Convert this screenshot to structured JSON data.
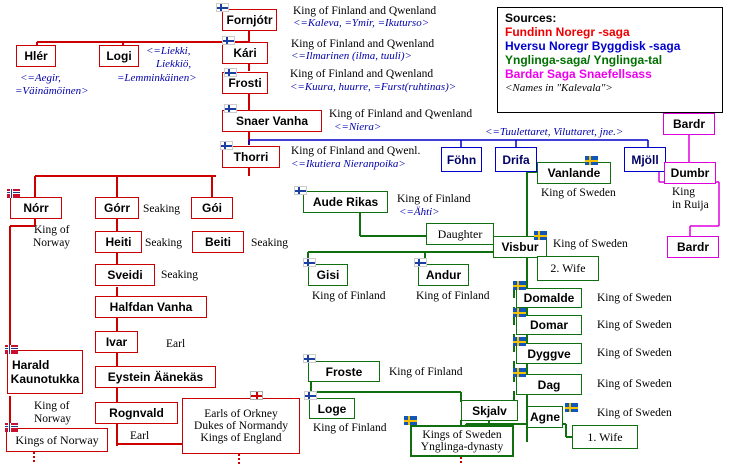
{
  "persons": {
    "fornjotr": "Fornjótr",
    "hler": "Hlér",
    "logi": "Logi",
    "kari": "Kári",
    "frosti": "Frosti",
    "snaer": "Snaer Vanha",
    "thorri": "Thorri",
    "fohn": "Föhn",
    "drifa": "Drifa",
    "mjoll": "Mjöll",
    "bardr_top": "Bardr",
    "dumbr": "Dumbr",
    "bardr_bottom": "Bardr",
    "norr": "Nórr",
    "gorr": "Górr",
    "goi": "Gói",
    "heiti": "Heiti",
    "beiti": "Beiti",
    "sveidi": "Sveidi",
    "halfdan": "Halfdan Vanha",
    "ivar": "Ivar",
    "eystein": "Eystein Äänekäs",
    "rognvald": "Rognvald",
    "harald_1": "Harald",
    "harald_2": "Kaunotukka",
    "kings_norway": "Kings of Norway",
    "orkney_1": "Earls of Orkney",
    "orkney_2": "Dukes of Normandy",
    "orkney_3": "Kings of England",
    "vanlande": "Vanlande",
    "aude": "Aude Rikas",
    "daughter": "Daughter",
    "visbur": "Visbur",
    "wife2": "2. Wife",
    "gisi": "Gisi",
    "andur": "Andur",
    "domalde": "Domalde",
    "domar": "Domar",
    "dyggve": "Dyggve",
    "dag": "Dag",
    "froste": "Froste",
    "loge": "Loge",
    "skjalv": "Skjalv",
    "agne": "Agne",
    "wife1": "1. Wife",
    "ks_1": "Kings of Sweden",
    "ks_2": "Ynglinga-dynasty"
  },
  "labels": {
    "fornjotr_title": "King of Finland and Qwenland",
    "fornjotr_note": "<=Kaleva, =Ymir, =Ikuturso>",
    "hler_note_1": "<=Aegir,",
    "hler_note_2": "=Väinämöinen>",
    "logi_note_1": "<=Liekki,",
    "logi_note_2": "Liekkiö,",
    "logi_note_3": "=Lemminkäinen>",
    "kari_title": "King of Finland and Qwenland",
    "kari_note": "<=Ilmarinen (ilma, tuuli)>",
    "frosti_title": "King of Finland and Qwenland",
    "frosti_note": "<=Kuura, huurre, =Furst(ruhtinas)>",
    "snaer_title": "King of Finland and Qwenland",
    "snaer_note": "<=Niera>",
    "thorri_title": "King of Finland and Qwenl.",
    "thorri_note": "<=Ikutiera Nieranpoika>",
    "drifa_note": "<=Tuulettaret, Viluttaret, jne.>",
    "norr_title_1": "King of",
    "norr_title_2": "Norway",
    "gorr_role": "Seaking",
    "heiti_role": "Seaking",
    "beiti_role": "Seaking",
    "sveidi_role": "Seaking",
    "ivar_role": "Earl",
    "rognvald_role": "Earl",
    "harald_title_1": "King of",
    "harald_title_2": "Norway",
    "vanlande_title": "King of Sweden",
    "aude_title": "King of Finland",
    "aude_note": "<=Ähti>",
    "visbur_title": "King of Sweden",
    "gisi_title": "King of Finland",
    "andur_title": "King of Finland",
    "domalde_title": "King of Sweden",
    "domar_title": "King of Sweden",
    "dyggve_title": "King of Sweden",
    "dag_title": "King of Sweden",
    "agne_title": "King of Sweden",
    "froste_title": "King of Finland",
    "loge_title": "King of Finland",
    "dumbr_title_1": "King",
    "dumbr_title_2": "in Ruija"
  },
  "legend": {
    "title": "Sources:",
    "red": "Fundinn Noregr -saga",
    "blue": "Hversu Noregr Byggdisk -saga",
    "green": "Ynglinga-saga/ Ynglinga-tal",
    "magenta": "Bardar Saga Snaefellsass",
    "note": "<Names in \"Kalevala\">"
  },
  "colors": {
    "red": "#cc0000",
    "blue": "#0000cc",
    "green": "#107010",
    "magenta": "#dd00dd",
    "note_blue": "#0000aa"
  },
  "icons": {
    "flag_finland": "finland-flag-icon",
    "flag_sweden": "sweden-flag-icon",
    "flag_norway": "norway-flag-icon",
    "flag_england": "england-flag-icon"
  }
}
